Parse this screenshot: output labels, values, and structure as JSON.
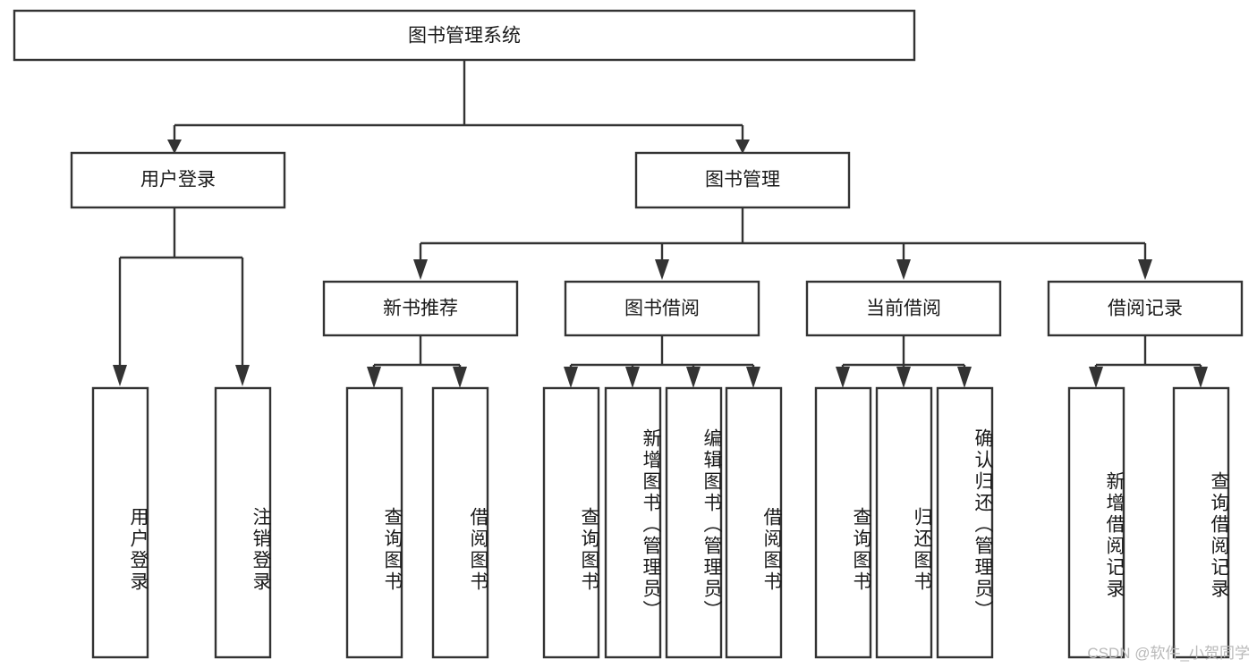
{
  "diagram": {
    "title": "图书管理系统",
    "root": {
      "id": "root",
      "label": "图书管理系统",
      "orientation": "horizontal"
    },
    "level2": [
      {
        "id": "user-login",
        "label": "用户登录",
        "orientation": "horizontal"
      },
      {
        "id": "book-manage",
        "label": "图书管理",
        "orientation": "horizontal"
      }
    ],
    "level3": [
      {
        "id": "new-book-recommend",
        "label": "新书推荐",
        "orientation": "horizontal",
        "parent": "book-manage"
      },
      {
        "id": "book-borrow",
        "label": "图书借阅",
        "orientation": "horizontal",
        "parent": "book-manage"
      },
      {
        "id": "current-borrow",
        "label": "当前借阅",
        "orientation": "horizontal",
        "parent": "book-manage"
      },
      {
        "id": "borrow-record",
        "label": "借阅记录",
        "orientation": "horizontal",
        "parent": "book-manage"
      }
    ],
    "leaves": [
      {
        "id": "leaf-user-login",
        "label": "用户登录",
        "orientation": "vertical",
        "parent": "user-login"
      },
      {
        "id": "leaf-logout-login",
        "label": "注销登录",
        "orientation": "vertical",
        "parent": "user-login"
      },
      {
        "id": "leaf-query-book-1",
        "label": "查询图书",
        "orientation": "vertical",
        "parent": "new-book-recommend"
      },
      {
        "id": "leaf-borrow-book-1",
        "label": "借阅图书",
        "orientation": "vertical",
        "parent": "new-book-recommend"
      },
      {
        "id": "leaf-query-book-2",
        "label": "查询图书",
        "orientation": "vertical",
        "parent": "book-borrow"
      },
      {
        "id": "leaf-add-book",
        "label": "新增图书（管理员）",
        "orientation": "vertical",
        "parent": "book-borrow"
      },
      {
        "id": "leaf-edit-book",
        "label": "编辑图书（管理员）",
        "orientation": "vertical",
        "parent": "book-borrow"
      },
      {
        "id": "leaf-borrow-book-2",
        "label": "借阅图书",
        "orientation": "vertical",
        "parent": "book-borrow"
      },
      {
        "id": "leaf-query-book-3",
        "label": "查询图书",
        "orientation": "vertical",
        "parent": "current-borrow"
      },
      {
        "id": "leaf-return-book",
        "label": "归还图书",
        "orientation": "vertical",
        "parent": "current-borrow"
      },
      {
        "id": "leaf-confirm-return",
        "label": "确认归还（管理员）",
        "orientation": "vertical",
        "parent": "current-borrow"
      },
      {
        "id": "leaf-add-record",
        "label": "新增借阅记录",
        "orientation": "vertical",
        "parent": "borrow-record"
      },
      {
        "id": "leaf-query-record",
        "label": "查询借阅记录",
        "orientation": "vertical",
        "parent": "borrow-record"
      }
    ],
    "colors": {
      "box_stroke": "#333333",
      "box_fill": "#ffffff",
      "text": "#1a1a1a",
      "connector": "#333333",
      "watermark": "#b9b9b9",
      "background": "#ffffff"
    }
  },
  "watermark": {
    "text": "CSDN @软件_小贺同学"
  }
}
